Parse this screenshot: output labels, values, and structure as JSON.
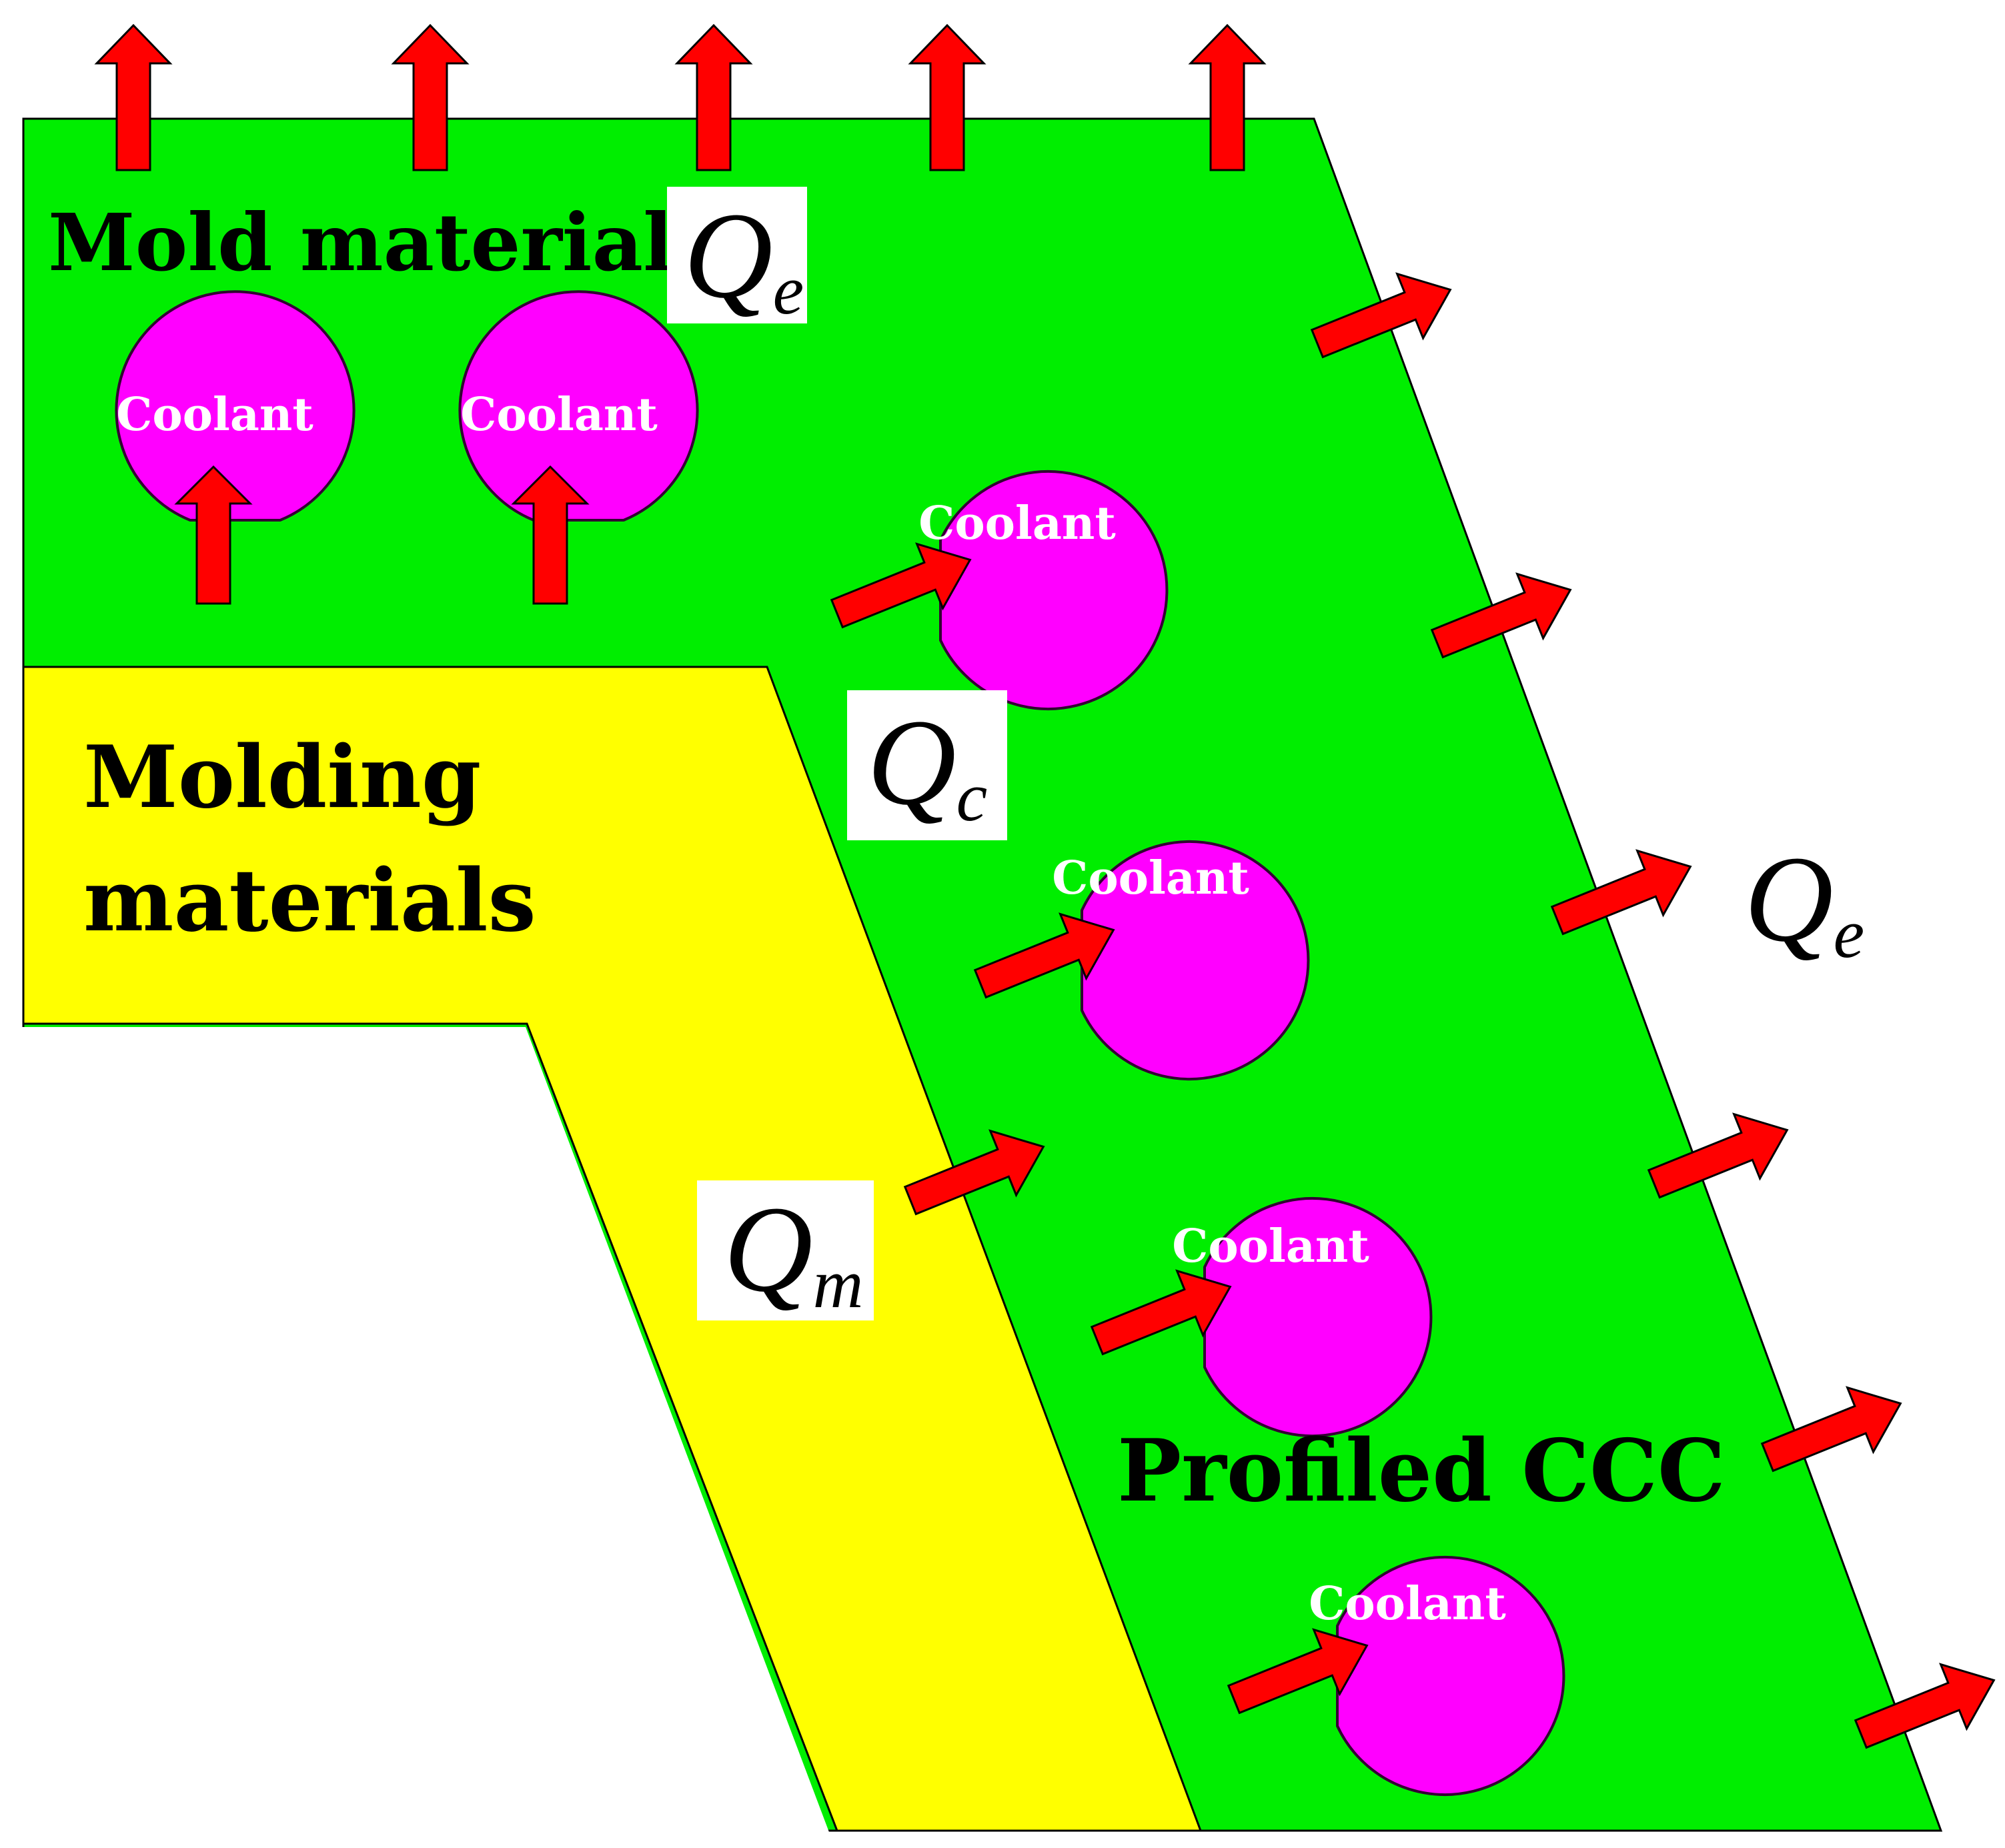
{
  "labels": {
    "mold_materials": "Mold materials",
    "molding_line1": "Molding",
    "molding_line2": "materials",
    "profiled_ccc": "Profiled CCC",
    "coolant": "Coolant"
  },
  "heat_flux": {
    "symbol": "Q",
    "environment_subscript": "e",
    "coolant_subscript": "c",
    "molding_subscript": "m"
  },
  "colors": {
    "mold_region": "#00ee00",
    "molding_region": "#ffff00",
    "coolant_channel": "#ff00ff",
    "arrow": "#ff0000",
    "outline": "#000000"
  }
}
